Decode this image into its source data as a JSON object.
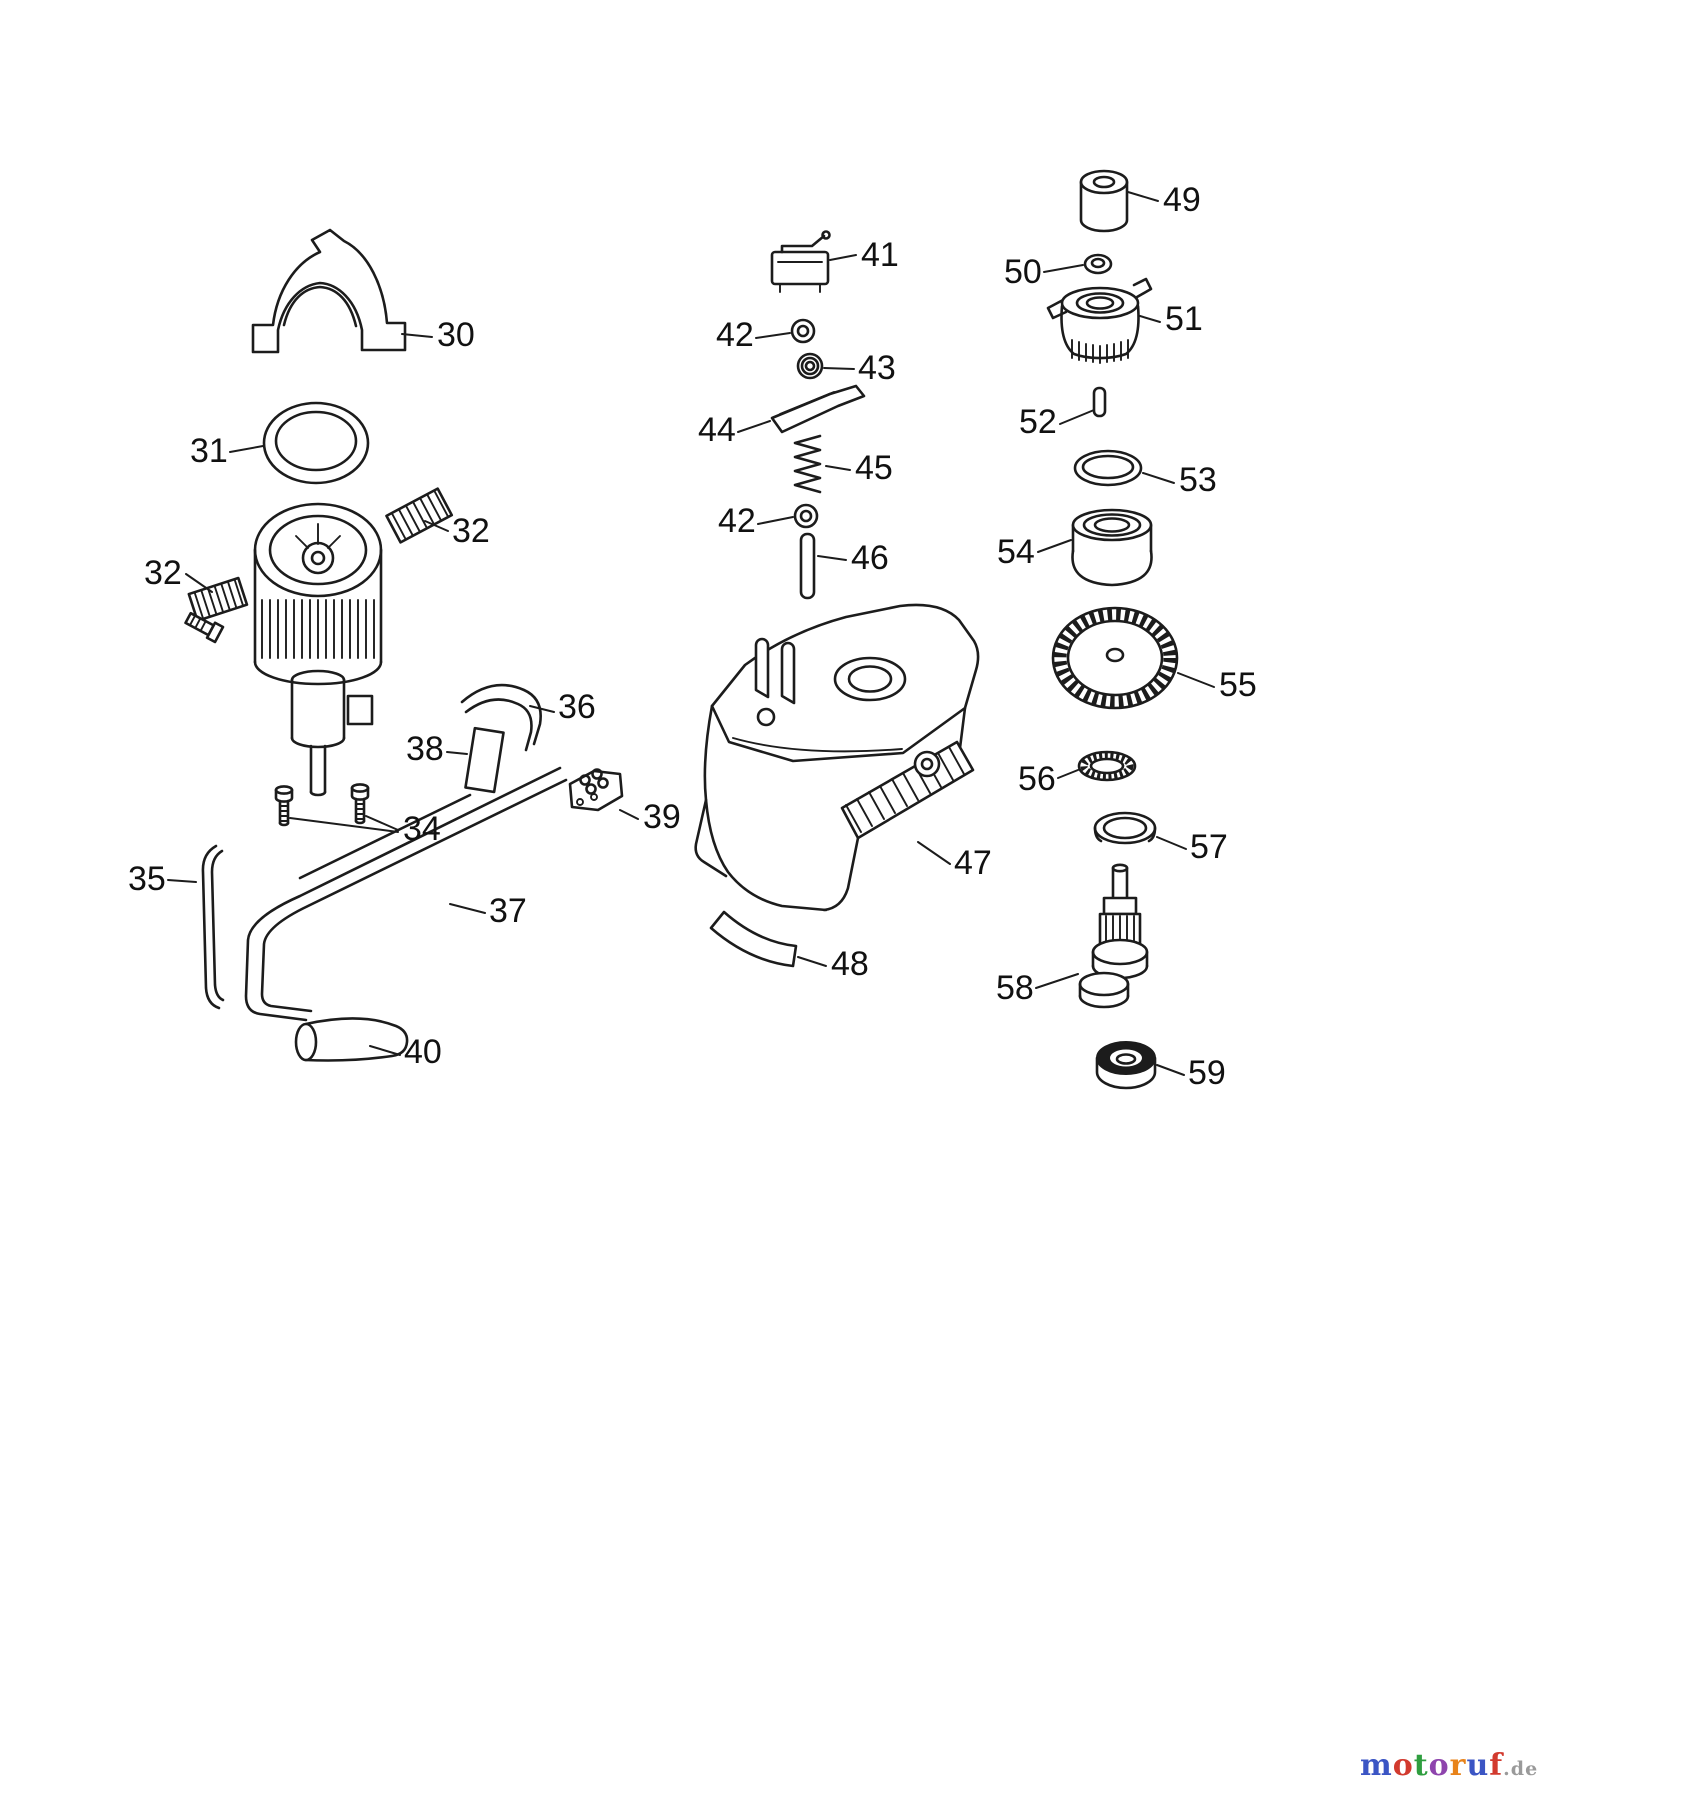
{
  "diagram": {
    "kind": "exploded-parts-diagram",
    "background": "#ffffff",
    "ink": "#1c1c1c"
  },
  "callouts": [
    {
      "label": "30"
    },
    {
      "label": "31"
    },
    {
      "label": "32"
    },
    {
      "label": "32"
    },
    {
      "label": "34"
    },
    {
      "label": "35"
    },
    {
      "label": "36"
    },
    {
      "label": "37"
    },
    {
      "label": "38"
    },
    {
      "label": "39"
    },
    {
      "label": "40"
    },
    {
      "label": "41"
    },
    {
      "label": "42"
    },
    {
      "label": "43"
    },
    {
      "label": "44"
    },
    {
      "label": "45"
    },
    {
      "label": "42"
    },
    {
      "label": "46"
    },
    {
      "label": "47"
    },
    {
      "label": "48"
    },
    {
      "label": "49"
    },
    {
      "label": "50"
    },
    {
      "label": "51"
    },
    {
      "label": "52"
    },
    {
      "label": "53"
    },
    {
      "label": "54"
    },
    {
      "label": "55"
    },
    {
      "label": "56"
    },
    {
      "label": "57"
    },
    {
      "label": "58"
    },
    {
      "label": "59"
    }
  ],
  "watermark": {
    "letters": [
      {
        "ch": "m",
        "color": "#3b55c4"
      },
      {
        "ch": "o",
        "color": "#d23a2e"
      },
      {
        "ch": "t",
        "color": "#2f9e3f"
      },
      {
        "ch": "o",
        "color": "#8e44ad"
      },
      {
        "ch": "r",
        "color": "#e8831a"
      },
      {
        "ch": "u",
        "color": "#3b55c4"
      },
      {
        "ch": "f",
        "color": "#d23a2e"
      }
    ],
    "suffix": ".de",
    "suffix_color": "#9a9a9a"
  }
}
